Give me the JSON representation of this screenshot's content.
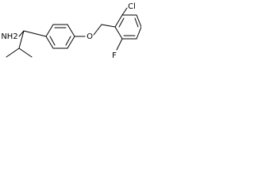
{
  "molecule": {
    "atoms": {
      "amine": "NH2",
      "oxygen": "O",
      "chlorine": "Cl",
      "fluorine": "F"
    }
  },
  "colors": {
    "bond": "#000000",
    "text": "#000000",
    "background": "#ffffff"
  }
}
